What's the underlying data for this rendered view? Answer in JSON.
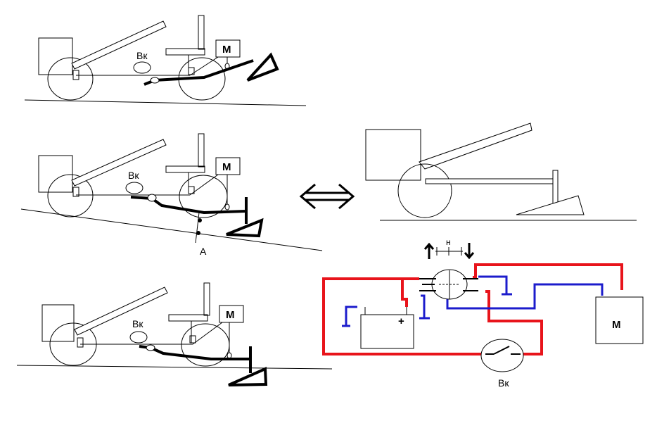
{
  "labels": {
    "switch": "Вк",
    "motor": "М",
    "point_a": "А",
    "neutral": "н",
    "plus": "+"
  }
}
